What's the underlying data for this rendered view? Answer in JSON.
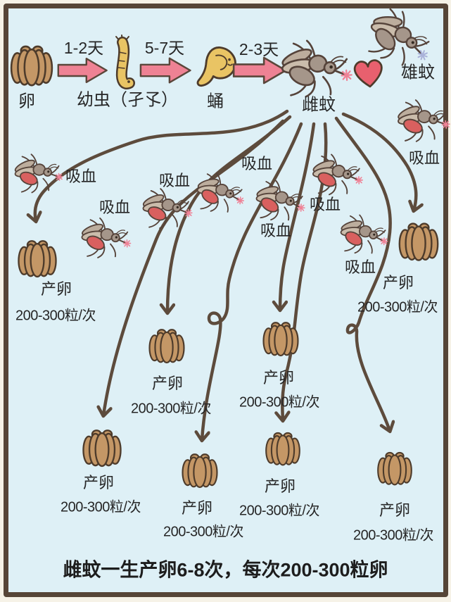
{
  "banner": {
    "text": "雌蚊一生产卵6-8次，每次200-300粒卵"
  },
  "lifecycle": {
    "egg_label": "卵",
    "larva_label": "幼虫（孑孓）",
    "pupa_label": "蛹",
    "female_label": "雌蚊",
    "male_label": "雄蚊",
    "step1_duration": "1-2天",
    "step2_duration": "5-7天",
    "step3_duration": "2-3天"
  },
  "cycle": {
    "suck_blood": "吸血",
    "lay_eggs": "产卵",
    "eggs_per_batch": "200-300粒/次"
  },
  "colors": {
    "background": "#f6f2e7",
    "panel": "#def0f6",
    "frame": "#564537",
    "line": "#5d4b3c",
    "egg_fill": "#c49766",
    "arrow_fill": "#ee8294",
    "heart_fill": "#e8606e",
    "blood_fill": "#d9605f",
    "body_fill": "#a5968a",
    "text": "#262626"
  }
}
